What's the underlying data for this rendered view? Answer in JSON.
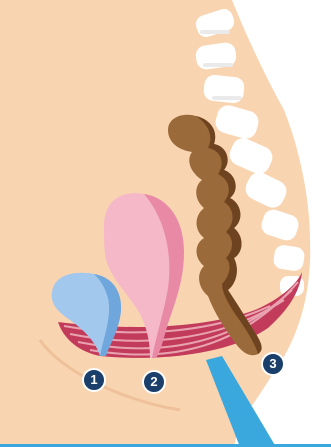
{
  "labels": {
    "marker_1": "1",
    "marker_2": "2",
    "marker_3": "3"
  },
  "colors": {
    "skin": "#f9d4b0",
    "bone": "#ffffff",
    "bladder_light": "#a3c8ee",
    "bladder_dark": "#6fa6dc",
    "uterus_light": "#f5b8c8",
    "uterus_dark": "#e88aa5",
    "bowel_light": "#9b6a3a",
    "bowel_dark": "#6e4420",
    "muscle": "#c23b5a",
    "muscle_stripe": "#e9a3b0",
    "badge": "#1a3f6b",
    "accent_blue": "#3aa7dd"
  },
  "icons": {
    "spine": "vertebrae-icon",
    "bladder": "bladder-icon",
    "uterus": "uterus-icon",
    "bowel": "bowel-icon",
    "pelvic_floor": "pelvic-floor-muscle-icon"
  }
}
